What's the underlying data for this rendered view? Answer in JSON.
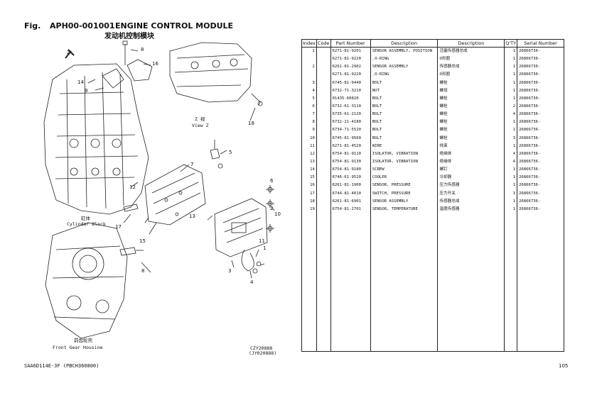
{
  "header": {
    "fig_label": "Fig.",
    "fig_code": "APH00-001001",
    "title": "ENGINE CONTROL MODULE",
    "title_cn": "发动机控制模块"
  },
  "diagram": {
    "view_letter": "Z",
    "view_cn": "Z 视",
    "view_en": "View Z",
    "cyl_cn": "缸体",
    "cyl_en": "Cylinder Block",
    "gear_cn": "前齿轮壳",
    "gear_en": "Front Gear Housine",
    "ref_code_1": "CZY20888",
    "ref_code_2": "(JY020888)",
    "callouts": [
      "8",
      "16",
      "14",
      "9",
      "18",
      "5",
      "7",
      "12",
      "6",
      "2",
      "17",
      "13",
      "10",
      "15",
      "11",
      "1",
      "8",
      "3",
      "4"
    ]
  },
  "table": {
    "headers": [
      "Index",
      "Code",
      "Part Number",
      "Description",
      "Description",
      "Q'TY",
      "Serial Number"
    ],
    "rows": [
      {
        "index": "1",
        "code": "",
        "part": "6271-81-9201",
        "desc": "SENSOR ASSEMBLY, POSITION",
        "desc_cn": "活塞传感器总成",
        "qty": "1",
        "serial": "26866736-"
      },
      {
        "index": "",
        "code": "",
        "part": "6271-81-9220",
        "desc": ".O-RING",
        "desc_cn": "O形圈",
        "qty": "1",
        "serial": "26866736-"
      },
      {
        "index": "2",
        "code": "",
        "part": "6261-81-2902",
        "desc": "SENSOR ASSEMBLY",
        "desc_cn": "传感器总成",
        "qty": "1",
        "serial": "26866736-"
      },
      {
        "index": "",
        "code": "",
        "part": "6271-81-9220",
        "desc": ".O-RING",
        "desc_cn": "O形圈",
        "qty": "1",
        "serial": "26866736-"
      },
      {
        "index": "3",
        "code": "",
        "part": "6745-81-9440",
        "desc": "BOLT",
        "desc_cn": "螺栓",
        "qty": "1",
        "serial": "26866736-"
      },
      {
        "index": "4",
        "code": "",
        "part": "6732-71-3210",
        "desc": "NUT",
        "desc_cn": "螺母",
        "qty": "1",
        "serial": "26866736-"
      },
      {
        "index": "5",
        "code": "",
        "part": "01435-60820",
        "desc": "BOLT",
        "desc_cn": "螺栓",
        "qty": "1",
        "serial": "26866736-"
      },
      {
        "index": "6",
        "code": "",
        "part": "6732-61-3110",
        "desc": "BOLT",
        "desc_cn": "螺栓",
        "qty": "2",
        "serial": "26866736-"
      },
      {
        "index": "7",
        "code": "",
        "part": "6735-61-2120",
        "desc": "BOLT",
        "desc_cn": "螺栓",
        "qty": "4",
        "serial": "26866736-"
      },
      {
        "index": "8",
        "code": "",
        "part": "6732-21-4180",
        "desc": "BOLT",
        "desc_cn": "螺栓",
        "qty": "1",
        "serial": "26866736-"
      },
      {
        "index": "9",
        "code": "",
        "part": "6734-71-5520",
        "desc": "BOLT",
        "desc_cn": "螺栓",
        "qty": "1",
        "serial": "26866736-"
      },
      {
        "index": "10",
        "code": "",
        "part": "6745-81-9560",
        "desc": "BOLT",
        "desc_cn": "螺栓",
        "qty": "3",
        "serial": "26866736-"
      },
      {
        "index": "11",
        "code": "",
        "part": "6271-81-4520",
        "desc": "WIRE",
        "desc_cn": "线束",
        "qty": "1",
        "serial": "26866736-"
      },
      {
        "index": "12",
        "code": "",
        "part": "6754-81-9110",
        "desc": "ISOLATOR, VIBRATION",
        "desc_cn": "绝缘体",
        "qty": "4",
        "serial": "26866736-"
      },
      {
        "index": "13",
        "code": "",
        "part": "6754-81-9130",
        "desc": "ISOLATOR, VIBRATION",
        "desc_cn": "绝缘体",
        "qty": "4",
        "serial": "26866736-"
      },
      {
        "index": "14",
        "code": "",
        "part": "6754-81-9180",
        "desc": "SCREW",
        "desc_cn": "螺钉",
        "qty": "1",
        "serial": "26866736-"
      },
      {
        "index": "15",
        "code": "",
        "part": "6746-61-9520",
        "desc": "COOLER",
        "desc_cn": "冷却器",
        "qty": "1",
        "serial": "26866736-"
      },
      {
        "index": "16",
        "code": "",
        "part": "6261-81-1900",
        "desc": "SENSOR, PRESSURE",
        "desc_cn": "压力传感器",
        "qty": "1",
        "serial": "26866736-"
      },
      {
        "index": "17",
        "code": "",
        "part": "6744-81-4010",
        "desc": "SWITCH, PRESSURE",
        "desc_cn": "压力开关",
        "qty": "1",
        "serial": "26866736-"
      },
      {
        "index": "18",
        "code": "",
        "part": "6261-81-6901",
        "desc": "SENSOR ASSEMBLY",
        "desc_cn": "传感器总成",
        "qty": "1",
        "serial": "26866736-"
      },
      {
        "index": "19",
        "code": "",
        "part": "6754-81-2701",
        "desc": "SENSOR, TEMPERATURE",
        "desc_cn": "温度传感器",
        "qty": "1",
        "serial": "26866736-"
      }
    ]
  },
  "footer": {
    "model": "SAA6D114E-3F  (PBCH360800)",
    "page": "105"
  }
}
